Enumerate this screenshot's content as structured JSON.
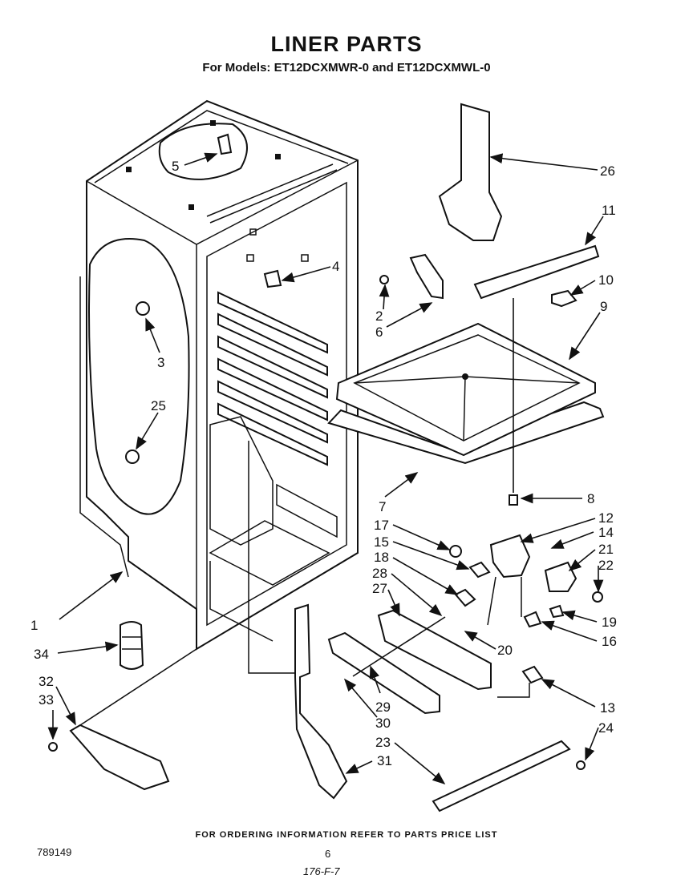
{
  "header": {
    "title": "LINER PARTS",
    "subtitle": "For Models: ET12DCXMWR-0 and ET12DCXMWL-0"
  },
  "callouts": [
    "1",
    "2",
    "3",
    "4",
    "5",
    "6",
    "7",
    "8",
    "9",
    "10",
    "11",
    "12",
    "13",
    "14",
    "15",
    "16",
    "17",
    "18",
    "19",
    "20",
    "21",
    "22",
    "23",
    "24",
    "25",
    "26",
    "27",
    "28",
    "29",
    "30",
    "31",
    "32",
    "33",
    "34"
  ],
  "footer": {
    "note": "FOR ORDERING INFORMATION REFER TO PARTS PRICE LIST",
    "doc_number": "789149",
    "page_number": "6",
    "handwritten": "176-F-7"
  }
}
